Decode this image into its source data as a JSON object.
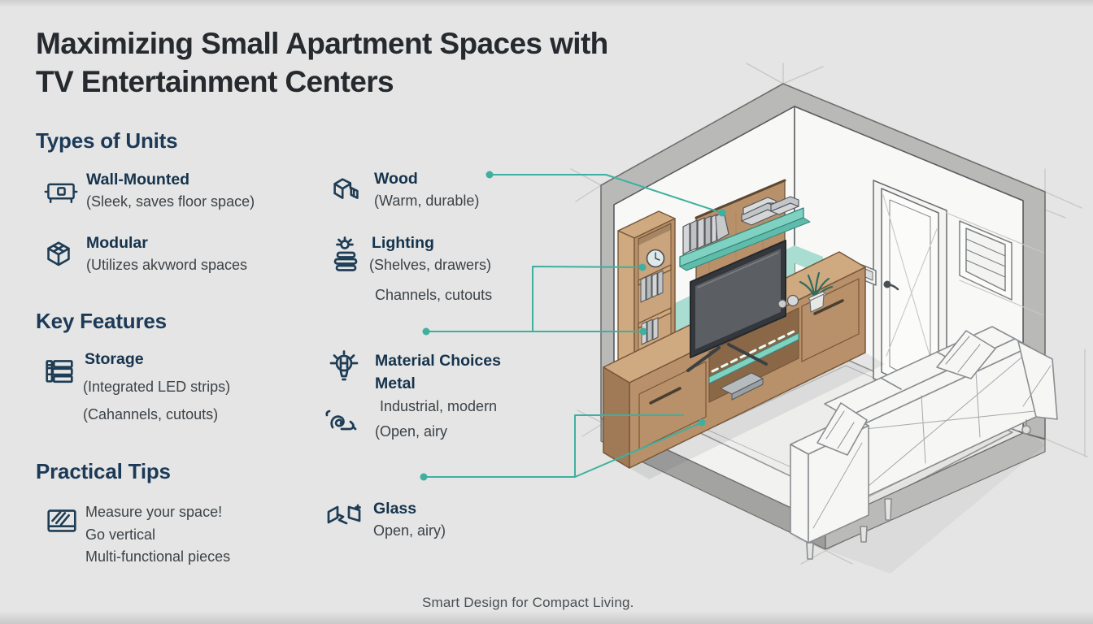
{
  "title": {
    "line1": "Maximizing Small Apartment Spaces with",
    "line2": "TV Entertainment Centers"
  },
  "sections": {
    "types": {
      "heading": "Types of Units",
      "items": [
        {
          "icon": "wall-mounted-tv-icon",
          "label": "Wall-Mounted",
          "desc": "(Sleek, saves floor space)"
        },
        {
          "icon": "modular-cubes-icon",
          "label": "Modular",
          "desc": "(Utilizes akvword spaces"
        }
      ]
    },
    "features": {
      "heading": "Key Features",
      "items": [
        {
          "icon": "storage-shelf-icon",
          "label": "Storage",
          "desc1": "(Integrated LED strips)",
          "desc2": "(Cahannels, cutouts)"
        }
      ]
    },
    "tips": {
      "heading": "Practical Tips",
      "icon": "measure-screen-icon",
      "lines": [
        "Measure your space!",
        "Go vertical",
        "Multi-functional pieces"
      ]
    }
  },
  "materials": {
    "wood": {
      "icon": "wood-planks-icon",
      "label": "Wood",
      "desc": "(Warm, durable)"
    },
    "lighting": {
      "icon": "lamp-books-icon",
      "label": "Lighting",
      "desc": "(Shelves, drawers)",
      "extra": "Channels, cutouts"
    },
    "choices": {
      "icon": "lightbulb-icon",
      "label": "Material Choices",
      "sublabel": "Metal",
      "desc1": "Industrial, modern",
      "coil_icon": "metal-coil-icon",
      "desc2": "(Open, airy"
    },
    "glass": {
      "icon": "glass-panes-icon",
      "label": "Glass",
      "desc": "Open, airy)"
    }
  },
  "footer": {
    "caption": "Smart Design for Compact Living."
  },
  "illustration": {
    "name": "isometric-living-room",
    "elements": [
      "room-walls",
      "accent-wall",
      "wood-panel",
      "floating-shelf",
      "books",
      "bookshelf-tower",
      "wall-clock",
      "tv",
      "tv-stand-console",
      "led-strip",
      "glass-shelf",
      "media-box",
      "plant",
      "decor-spheres",
      "door",
      "window-frame",
      "light-switch",
      "rug",
      "sofa",
      "pillows",
      "floor-slab",
      "callout-connectors"
    ]
  },
  "colors": {
    "background": "#e4e5e4",
    "title_ink": "#26292d",
    "heading_navy": "#1c3a58",
    "body_text": "#3d4248",
    "connector_teal": "#3fb0a0",
    "accent_wall_teal": "#a9ddd1",
    "shelf_teal": "#7fd2c2",
    "wood": "#b8906a",
    "wall_white": "#f8f8f7",
    "wall_band_gray": "#b9b9b8",
    "floor": "#f2f2f1",
    "tv_screen": "#5b5f63",
    "sofa_white": "#f6f6f5"
  }
}
